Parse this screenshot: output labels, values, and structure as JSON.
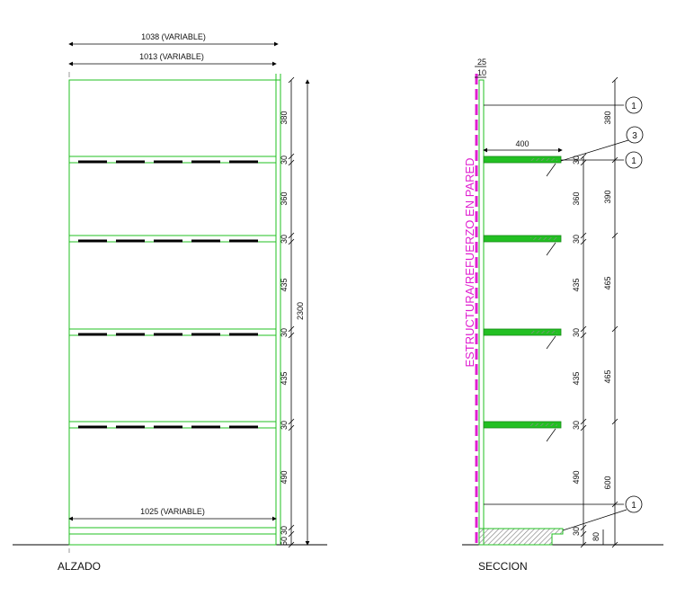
{
  "alzado": {
    "title": "ALZADO",
    "dim_top_outer": "1038 (VARIABLE)",
    "dim_top_inner": "1013 (VARIABLE)",
    "dim_bottom": "1025 (VARIABLE)",
    "dim_total": "2300",
    "vertical_dims": [
      "380",
      "30",
      "360",
      "30",
      "435",
      "30",
      "435",
      "30",
      "490",
      "30",
      "50"
    ]
  },
  "seccion": {
    "title": "SECCION",
    "wall_label": "ESTRUCTURA/REFUERZO EN PARED",
    "dim_top_a": "25",
    "dim_top_b": "10",
    "dim_depth": "400",
    "inner_dims": [
      "30",
      "360",
      "30",
      "435",
      "30",
      "435",
      "30",
      "490",
      "30"
    ],
    "outer_dims": [
      "380",
      "390",
      "465",
      "465",
      "600",
      "80"
    ],
    "callouts": [
      "1",
      "3",
      "1",
      "1"
    ]
  },
  "colors": {
    "line": "#000000",
    "green": "#22c022",
    "magenta": "#e020d0",
    "hatch": "#888888"
  }
}
